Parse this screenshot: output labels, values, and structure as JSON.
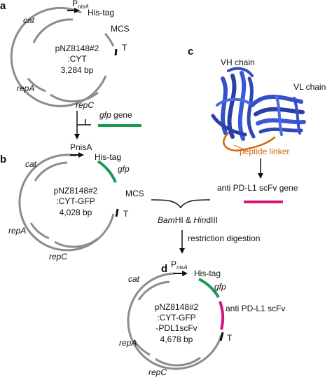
{
  "colors": {
    "backbone": "#8c8c8c",
    "gfp": "#1a9a52",
    "scfv": "#d4157a",
    "linker": "#d4660a",
    "protein": "#3550c8"
  },
  "panels": {
    "a": {
      "letter": "a",
      "promoter_p": "P",
      "promoter_sub": "nisA",
      "his_tag": "His-tag",
      "mcs": "MCS",
      "terminator": "T",
      "cat": "cat",
      "repA": "repA",
      "repC": "repC",
      "name_line1": "pNZ8148#2",
      "name_line2": ":CYT",
      "size": "3,284 bp"
    },
    "b": {
      "letter": "b",
      "promoter": "PnisA",
      "his_tag": "His-tag",
      "gfp": "gfp",
      "mcs": "MCS",
      "terminator": "T",
      "cat": "cat",
      "repA": "repA",
      "repC": "repC",
      "name_line1": "pNZ8148#2",
      "name_line2": ":CYT-GFP",
      "size": "4,028 bp"
    },
    "c": {
      "letter": "c",
      "vh_chain": "VH chain",
      "vl_chain": "VL chain",
      "peptide_linker": "peptide linker",
      "gene_label": "anti PD-L1 scFv gene"
    },
    "d": {
      "letter": "d",
      "promoter_p": "P",
      "promoter_sub": "nisA",
      "his_tag": "His-tag",
      "gfp": "gfp",
      "scfv": "anti PD-L1 scFv",
      "terminator": "T",
      "cat": "cat",
      "repA": "repA",
      "repC": "repC",
      "name_line1": "pNZ8148#2",
      "name_line2": ":CYT-GFP",
      "name_line3": "-PDL1scFv",
      "size": "4,678 bp"
    }
  },
  "gfp_gene_label": "gfp",
  "gfp_gene_suffix": " gene",
  "digestion": {
    "bam_prefix": "Bam",
    "bam_suffix": "HI & ",
    "hind_prefix": "Hin",
    "hind_suffix": "dIII",
    "step": "restriction digestion"
  }
}
